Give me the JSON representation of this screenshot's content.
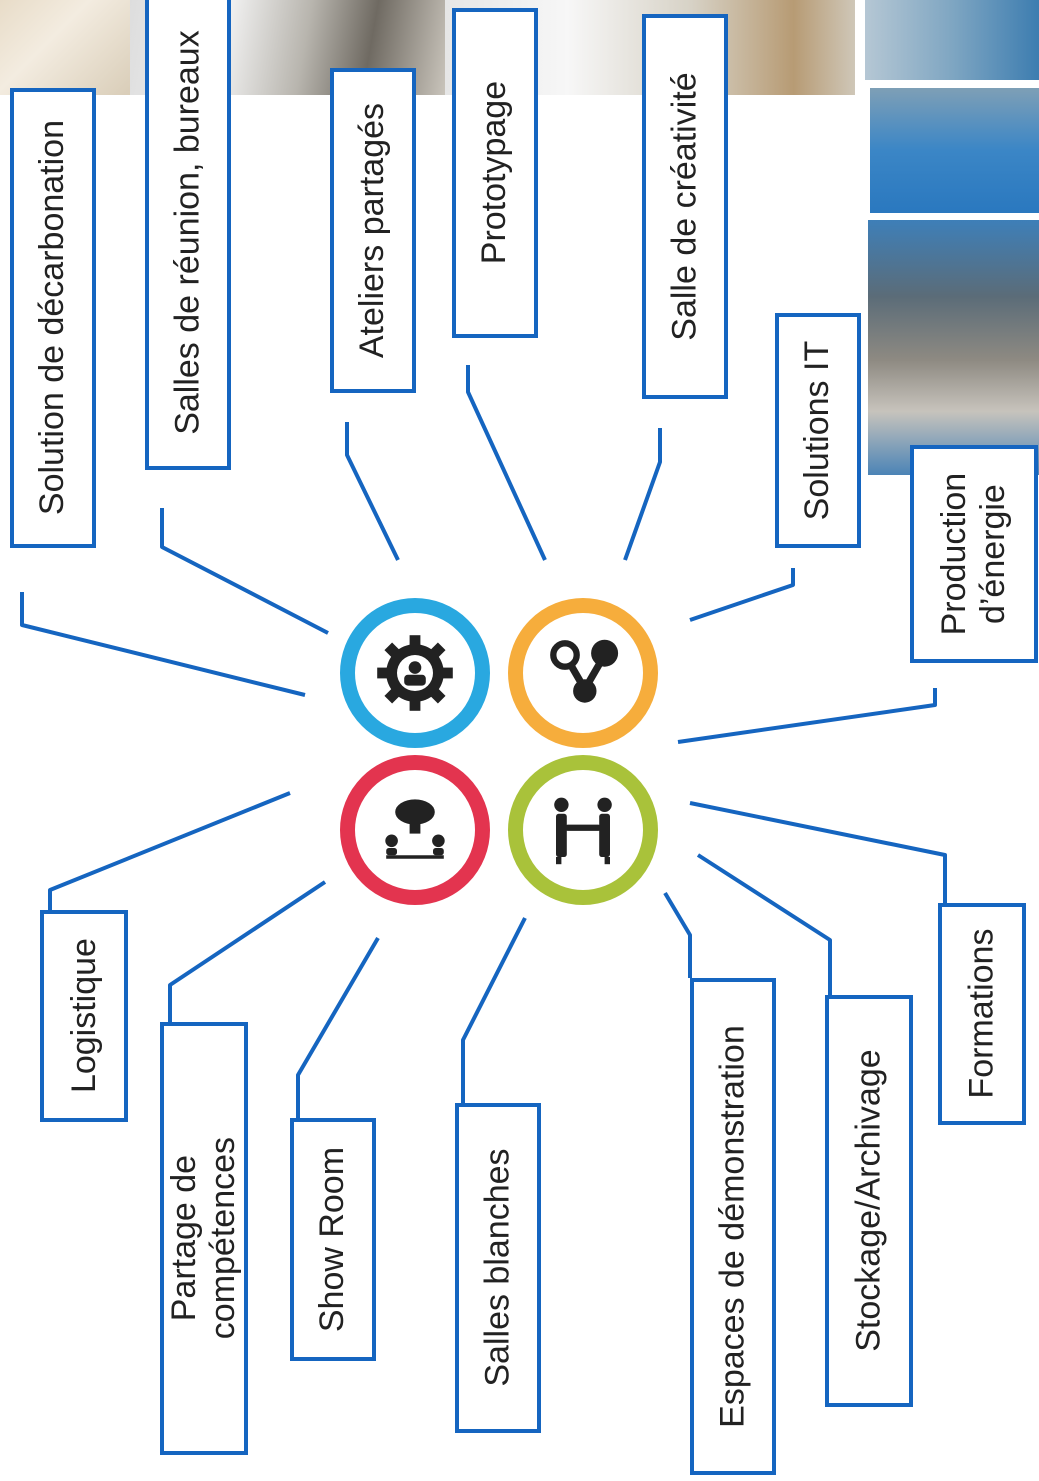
{
  "labels": {
    "decarbonation": "Solution de décarbonation",
    "reunion": "Salles de réunion, bureaux",
    "ateliers": "Ateliers partagés",
    "prototypage": "Prototypage",
    "creativite": "Salle de créativité",
    "solutions_it": "Solutions IT",
    "production": "Production\nd’énergie",
    "logistique": "Logistique",
    "partage": "Partage de\ncompétences",
    "show_room": "Show Room",
    "salles_blanches": "Salles blanches",
    "espaces": "Espaces de démonstration",
    "stockage": "Stockage/Archivage",
    "formations": "Formations"
  },
  "hub": {
    "gear": {
      "color": "#29a8e0",
      "icon": "gear-person-icon"
    },
    "network": {
      "color": "#f6ad3c",
      "icon": "network-nodes-icon"
    },
    "meeting": {
      "color": "#e3344f",
      "icon": "people-meeting-icon"
    },
    "handshake": {
      "color": "#a9c23a",
      "icon": "people-handshake-icon"
    }
  },
  "colors": {
    "border": "#1565c0",
    "connector": "#1565c0"
  }
}
